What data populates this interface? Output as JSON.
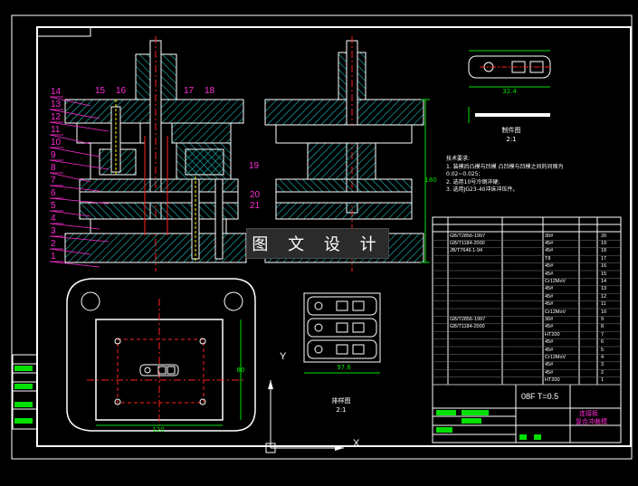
{
  "part_labels_left": [
    "14",
    "13",
    "12",
    "11",
    "10",
    "9",
    "8",
    "7",
    "6",
    "5",
    "4",
    "3",
    "2",
    "1"
  ],
  "part_labels_top": [
    "15",
    "16",
    "17",
    "18"
  ],
  "part_labels_right": [
    "19",
    "20",
    "21"
  ],
  "technical_requirements": {
    "heading": "技术要求:",
    "items": [
      "1. 装模后凸模与凹模   凸凹模与凹模之间的间隙为",
      "   0.02~0.025;",
      "2. 选用10号冷钢淬硬;",
      "3. 选用JG23-40冲床冲压件。"
    ]
  },
  "watermark": "图 文 设 计",
  "part_drawing": {
    "caption": "制件图",
    "scale": "2:1"
  },
  "layout_drawing": {
    "caption": "排样图",
    "scale": "2:1",
    "dim": "97.6"
  },
  "axes": {
    "y": "Y",
    "x": "X"
  },
  "dims": {
    "bottom_width": "120",
    "right_height": "80",
    "side_height": "180",
    "part_width": "32.4"
  },
  "title_block": {
    "material": "08F  T=0.5",
    "name_line1": "连接板",
    "name_line2": "复合冲裁模"
  },
  "bom_rows": [
    [
      "GB/T2856-1997",
      "",
      "30#",
      "",
      "20"
    ],
    [
      "GB/T1184-2000",
      "",
      "45#",
      "",
      "19"
    ],
    [
      "JB/T7646.1-94",
      "",
      "45#",
      "",
      "18"
    ],
    [
      "",
      "",
      "T8",
      "",
      "17"
    ],
    [
      "",
      "",
      "45#",
      "",
      "16"
    ],
    [
      "",
      "",
      "45#",
      "",
      "15"
    ],
    [
      "",
      "",
      "Cr12MoV",
      "",
      "14"
    ],
    [
      "",
      "",
      "45#",
      "",
      "13"
    ],
    [
      "",
      "",
      "45#",
      "",
      "12"
    ],
    [
      "",
      "",
      "45#",
      "",
      "11"
    ],
    [
      "",
      "",
      "Cr12MoV",
      "",
      "10"
    ],
    [
      "GB/T2856-1997",
      "",
      "30#",
      "",
      "9"
    ],
    [
      "GB/T1184-2000",
      "",
      "45#",
      "",
      "8"
    ],
    [
      "",
      "",
      "HT200",
      "",
      "7"
    ],
    [
      "",
      "",
      "45#",
      "",
      "6"
    ],
    [
      "",
      "",
      "45#",
      "",
      "5"
    ],
    [
      "",
      "",
      "Cr12MoV",
      "",
      "4"
    ],
    [
      "",
      "",
      "45#",
      "",
      "3"
    ],
    [
      "",
      "",
      "45#",
      "",
      "2"
    ],
    [
      "",
      "",
      "HT200",
      "",
      "1"
    ]
  ],
  "colors": {
    "frame": "#ffffff",
    "labels": "#ff2bd6",
    "hatch": "#19c2c2",
    "centerline": "#ff2020",
    "hidden": "#ffff00",
    "blocks": "#00e000"
  }
}
